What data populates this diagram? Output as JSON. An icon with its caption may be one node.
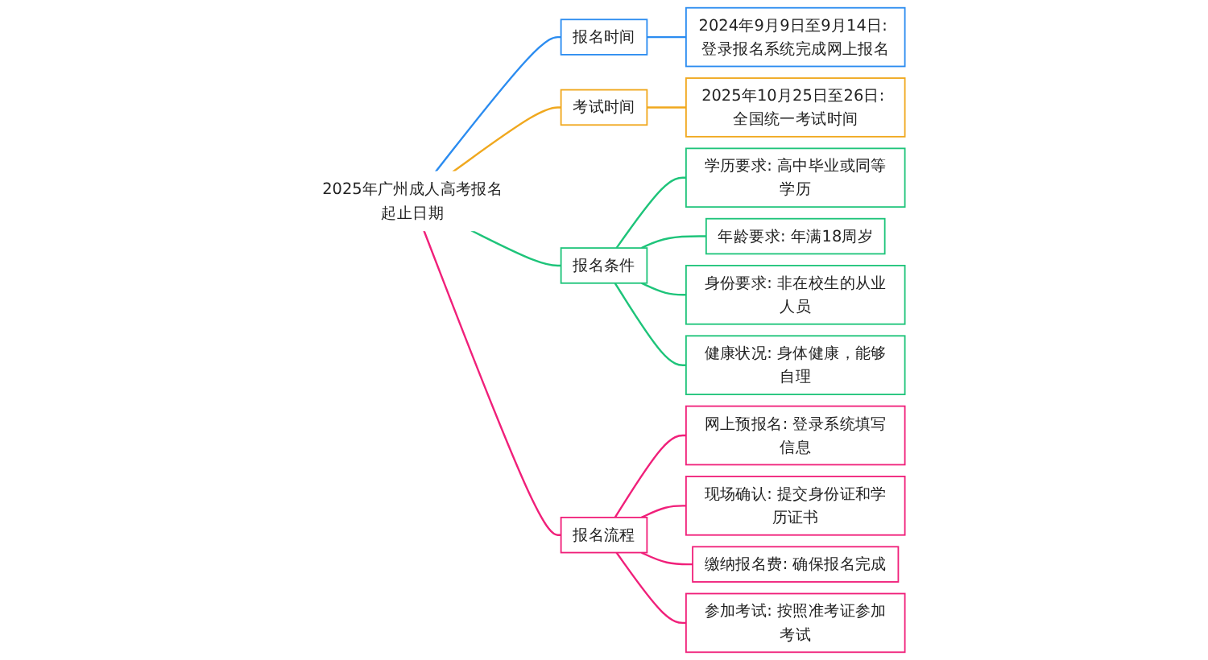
{
  "diagram": {
    "nodes": [
      {
        "text": [
          "2025年广州成人高考报名起止日期"
        ]
      },
      {
        "text": [
          "报名时间"
        ]
      },
      {
        "text": [
          "2024年9月9日至9月14日: 登录报名系统完成网上报名"
        ]
      },
      {
        "text": [
          "考试时间"
        ]
      },
      {
        "text": [
          "2025年10月25日至26日: 全国统一考试时间"
        ]
      },
      {
        "text": [
          "报名条件"
        ]
      },
      {
        "text": [
          "学历要求: 高中毕业或同等学历"
        ]
      },
      {
        "text": [
          "年龄要求: 年满18周岁"
        ]
      },
      {
        "text": [
          "身份要求: 非在校生的从业人员"
        ]
      },
      {
        "text": [
          "健康状况: 身体健康，能够自理"
        ]
      },
      {
        "text": [
          "报名流程"
        ]
      },
      {
        "text": [
          "网上预报名: 登录系统填写信息"
        ]
      },
      {
        "text": [
          "现场确认: 提交身份证和学历证书"
        ]
      },
      {
        "text": [
          "缴纳报名费: 确保报名完成"
        ]
      },
      {
        "text": [
          "参加考试: 按照准考证参加考试"
        ]
      }
    ],
    "edges": [
      {
        "from": 0,
        "to": 1,
        "arrow": "none",
        "color": "#2b8cf0"
      },
      {
        "from": 1,
        "to": 2,
        "arrow": "none",
        "color": "#2b8cf0"
      },
      {
        "from": 0,
        "to": 3,
        "arrow": "none",
        "color": "#f0a81e"
      },
      {
        "from": 3,
        "to": 4,
        "arrow": "none",
        "color": "#f0a81e"
      },
      {
        "from": 0,
        "to": 5,
        "arrow": "none",
        "color": "#1ec47a"
      },
      {
        "from": 5,
        "to": 6,
        "arrow": "none",
        "color": "#1ec47a"
      },
      {
        "from": 5,
        "to": 7,
        "arrow": "none",
        "color": "#1ec47a"
      },
      {
        "from": 5,
        "to": 8,
        "arrow": "none",
        "color": "#1ec47a"
      },
      {
        "from": 5,
        "to": 9,
        "arrow": "none",
        "color": "#1ec47a"
      },
      {
        "from": 0,
        "to": 10,
        "arrow": "none",
        "color": "#f0207a"
      },
      {
        "from": 10,
        "to": 11,
        "arrow": "none",
        "color": "#f0207a"
      },
      {
        "from": 10,
        "to": 12,
        "arrow": "none",
        "color": "#f0207a"
      },
      {
        "from": 10,
        "to": 13,
        "arrow": "none",
        "color": "#f0207a"
      },
      {
        "from": 10,
        "to": 14,
        "arrow": "none",
        "color": "#f0207a"
      }
    ]
  }
}
